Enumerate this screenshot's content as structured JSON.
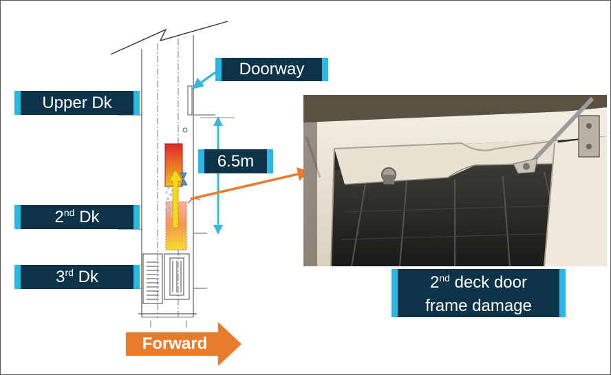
{
  "labels": {
    "doorway": "Doorway",
    "upper_dk": "Upper Dk",
    "second_dk_num": "2",
    "second_dk_sup": "nd",
    "second_dk_word": "Dk",
    "third_dk_num": "3",
    "third_dk_sup": "rd",
    "third_dk_word": "Dk",
    "height": "6.5m"
  },
  "caption": {
    "line1_num": "2",
    "line1_sup": "nd",
    "line1_rest": "deck door",
    "line2": "frame damage"
  },
  "forward": "Forward",
  "colors": {
    "label_bg": "#0d3349",
    "label_edge": "#28b8e6",
    "arrow_orange": "#e87b2c",
    "dimension_blue": "#38b8e0",
    "fire_red": "#e02828",
    "fire_yellow": "#f6d820"
  }
}
